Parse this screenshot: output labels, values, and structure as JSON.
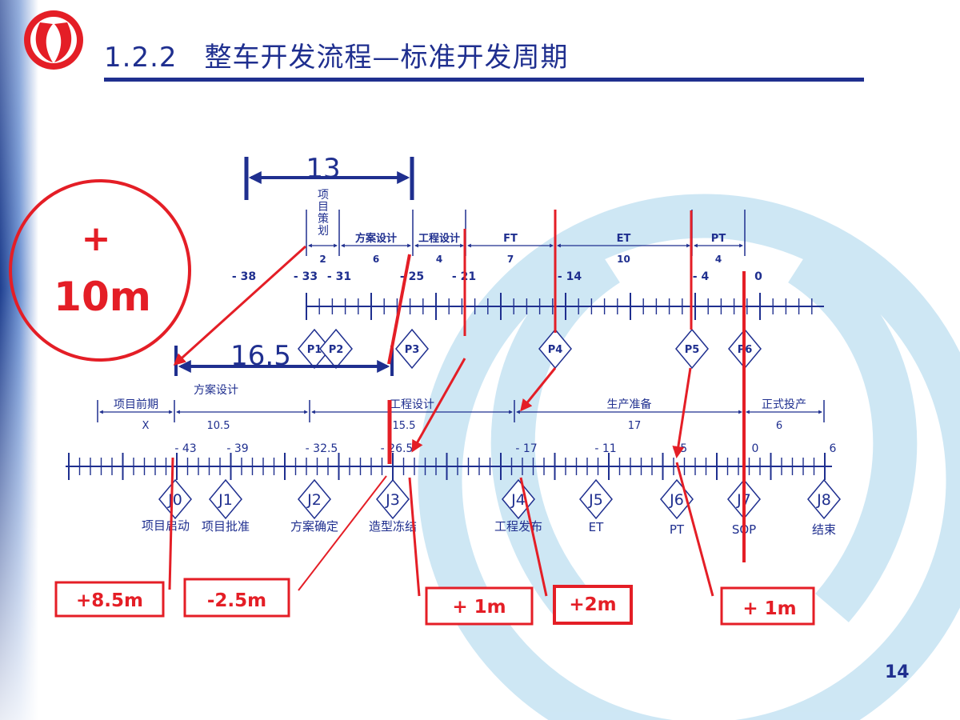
{
  "header": {
    "section_number": "1.2.2",
    "title": "整车开发流程—标准开发周期"
  },
  "page_number": "14",
  "badge": {
    "text_plus": "+",
    "text_value": "10m"
  },
  "colors": {
    "navy": "#1f2f8f",
    "red": "#e41e26",
    "light_blue": "#b8dcef"
  },
  "top_timeline": {
    "span_label": "13",
    "phase_small_label": [
      "项",
      "目",
      "策",
      "划"
    ],
    "phases": [
      {
        "name": "",
        "duration": "2"
      },
      {
        "name": "方案设计",
        "duration": "6"
      },
      {
        "name": "工程设计",
        "duration": "4"
      },
      {
        "name": "FT",
        "duration": "7"
      },
      {
        "name": "ET",
        "duration": "10"
      },
      {
        "name": "PT",
        "duration": "4"
      }
    ],
    "tick_labels": [
      "- 38",
      "- 33",
      "- 31",
      "- 25",
      "- 21",
      "- 14",
      "- 4",
      "0"
    ],
    "gates": [
      "P1",
      "P2",
      "P3",
      "P4",
      "P5",
      "P6"
    ]
  },
  "bottom_timeline": {
    "span_label": "16.5",
    "phases": [
      {
        "name": "项目前期",
        "duration": "X"
      },
      {
        "name": "方案设计",
        "duration": "10.5"
      },
      {
        "name": "工程设计",
        "duration": "15.5"
      },
      {
        "name": "生产准备",
        "duration": "17"
      },
      {
        "name": "正式投产",
        "duration": "6"
      }
    ],
    "tick_labels": [
      "- 43",
      "- 39",
      "- 32.5",
      "- 26.5",
      "- 17",
      "- 11",
      "- 5",
      "0",
      "6"
    ],
    "gates": [
      {
        "id": "J0",
        "name": "项目启动"
      },
      {
        "id": "J1",
        "name": "项目批准"
      },
      {
        "id": "J2",
        "name": "方案确定"
      },
      {
        "id": "J3",
        "name": "造型冻结"
      },
      {
        "id": "J4",
        "name": "工程发布"
      },
      {
        "id": "J5",
        "name": "ET"
      },
      {
        "id": "J6",
        "name": "PT"
      },
      {
        "id": "J7",
        "name": "SOP"
      },
      {
        "id": "J8",
        "name": "结束"
      }
    ]
  },
  "deltas": [
    "+8.5m",
    "-2.5m",
    "+ 1m",
    "+2m",
    "+ 1m"
  ]
}
